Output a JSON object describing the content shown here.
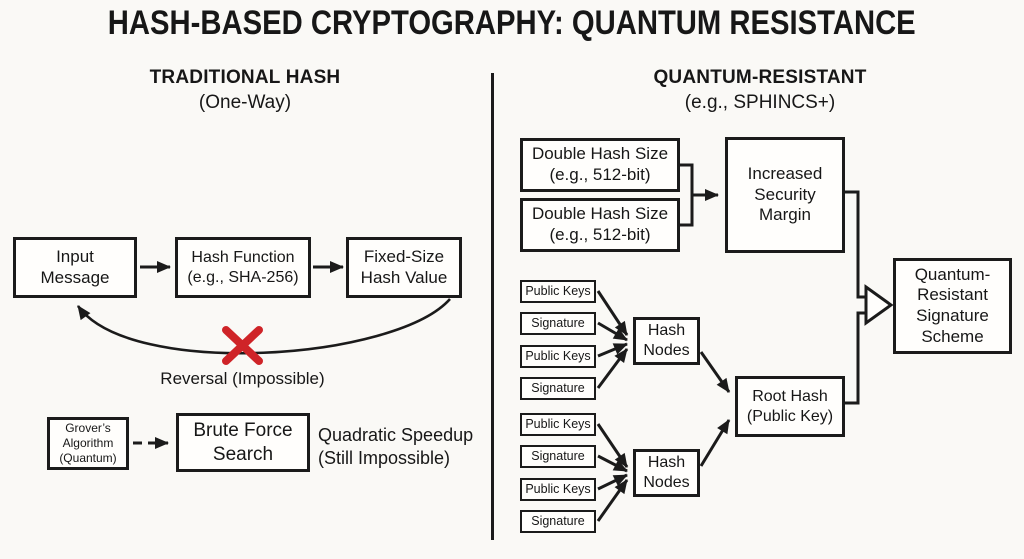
{
  "title": "HASH-BASED CRYPTOGRAPHY: QUANTUM RESISTANCE",
  "left": {
    "heading": "TRADITIONAL HASH",
    "subheading": "(One-Way)",
    "input_message": "Input\nMessage",
    "hash_function": "Hash Function\n(e.g., SHA-256)",
    "fixed_size_hash": "Fixed-Size\nHash Value",
    "reversal_label": "Reversal (Impossible)",
    "grovers_algorithm": "Grover’s\nAlgorithm\n(Quantum)",
    "brute_force": "Brute Force\nSearch",
    "quadratic_label": "Quadratic Speedup\n(Still Impossible)"
  },
  "right": {
    "heading": "QUANTUM-RESISTANT",
    "subheading": "(e.g., SPHINCS+)",
    "double_hash_top": "Double Hash Size\n(e.g., 512-bit)",
    "double_hash_bottom": "Double Hash Size\n(e.g., 512-bit)",
    "increased_margin": "Increased\nSecurity\nMargin",
    "merkle_leaves_top": [
      "Public Keys",
      "Signature",
      "Public Keys",
      "Signature"
    ],
    "merkle_leaves_bottom": [
      "Public Keys",
      "Signature",
      "Public Keys",
      "Signature"
    ],
    "hash_nodes_top": "Hash\nNodes",
    "hash_nodes_bottom": "Hash\nNodes",
    "root_hash": "Root Hash\n(Public Key)",
    "signature_scheme": "Quantum-\nResistant\nSignature\nScheme"
  },
  "colors": {
    "background": "#faf9f6",
    "line": "#1b1b1b",
    "red_x": "#cf2428"
  }
}
